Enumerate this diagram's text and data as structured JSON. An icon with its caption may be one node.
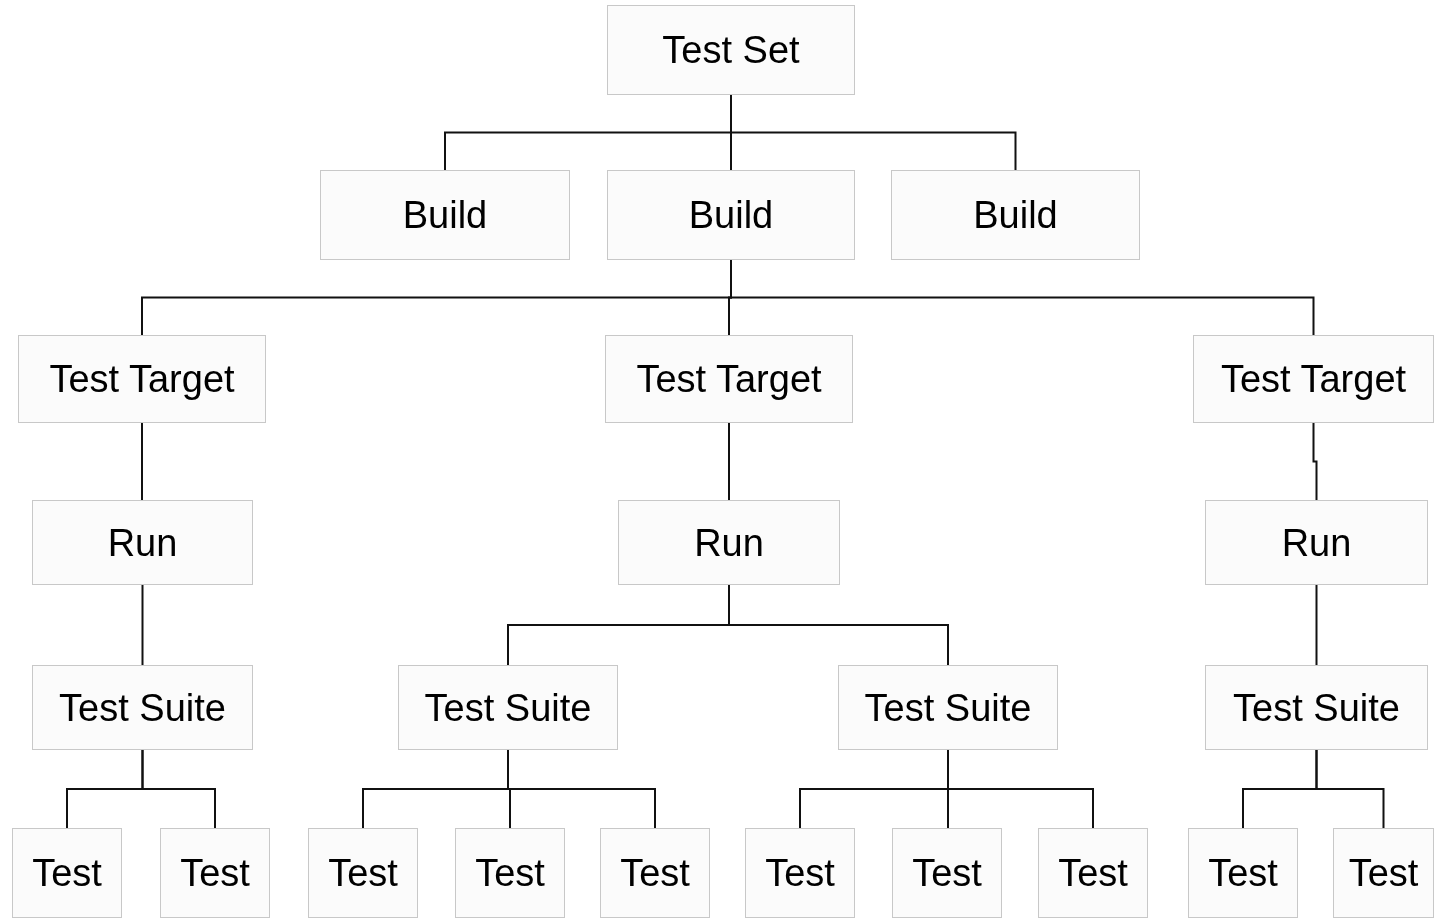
{
  "diagram": {
    "nodes": [
      {
        "text": [
          "Test Set"
        ]
      },
      {
        "text": [
          "Build"
        ]
      },
      {
        "text": [
          "Build"
        ]
      },
      {
        "text": [
          "Build"
        ]
      },
      {
        "text": [
          "Test Target"
        ]
      },
      {
        "text": [
          "Test Target"
        ]
      },
      {
        "text": [
          "Test Target"
        ]
      },
      {
        "text": [
          "Run"
        ]
      },
      {
        "text": [
          "Run"
        ]
      },
      {
        "text": [
          "Run"
        ]
      },
      {
        "text": [
          "Test Suite"
        ]
      },
      {
        "text": [
          "Test Suite"
        ]
      },
      {
        "text": [
          "Test Suite"
        ]
      },
      {
        "text": [
          "Test Suite"
        ]
      },
      {
        "text": [
          "Test"
        ]
      },
      {
        "text": [
          "Test"
        ]
      },
      {
        "text": [
          "Test"
        ]
      },
      {
        "text": [
          "Test"
        ]
      },
      {
        "text": [
          "Test"
        ]
      },
      {
        "text": [
          "Test"
        ]
      },
      {
        "text": [
          "Test"
        ]
      },
      {
        "text": [
          "Test"
        ]
      },
      {
        "text": [
          "Test"
        ]
      },
      {
        "text": [
          "Test"
        ]
      }
    ],
    "edges": [
      {
        "from": 0,
        "to": 1,
        "arrow": "none"
      },
      {
        "from": 0,
        "to": 2,
        "arrow": "none"
      },
      {
        "from": 0,
        "to": 3,
        "arrow": "none"
      },
      {
        "from": 2,
        "to": 4,
        "arrow": "none"
      },
      {
        "from": 2,
        "to": 5,
        "arrow": "none"
      },
      {
        "from": 2,
        "to": 6,
        "arrow": "none"
      },
      {
        "from": 4,
        "to": 7,
        "arrow": "none"
      },
      {
        "from": 5,
        "to": 8,
        "arrow": "none"
      },
      {
        "from": 6,
        "to": 9,
        "arrow": "none"
      },
      {
        "from": 7,
        "to": 10,
        "arrow": "none"
      },
      {
        "from": 8,
        "to": 11,
        "arrow": "none"
      },
      {
        "from": 8,
        "to": 12,
        "arrow": "none"
      },
      {
        "from": 9,
        "to": 13,
        "arrow": "none"
      },
      {
        "from": 10,
        "to": 14,
        "arrow": "none"
      },
      {
        "from": 10,
        "to": 15,
        "arrow": "none"
      },
      {
        "from": 11,
        "to": 16,
        "arrow": "none"
      },
      {
        "from": 11,
        "to": 17,
        "arrow": "none"
      },
      {
        "from": 11,
        "to": 18,
        "arrow": "none"
      },
      {
        "from": 12,
        "to": 19,
        "arrow": "none"
      },
      {
        "from": 12,
        "to": 20,
        "arrow": "none"
      },
      {
        "from": 12,
        "to": 21,
        "arrow": "none"
      },
      {
        "from": 13,
        "to": 22,
        "arrow": "none"
      },
      {
        "from": 13,
        "to": 23,
        "arrow": "none"
      }
    ]
  }
}
